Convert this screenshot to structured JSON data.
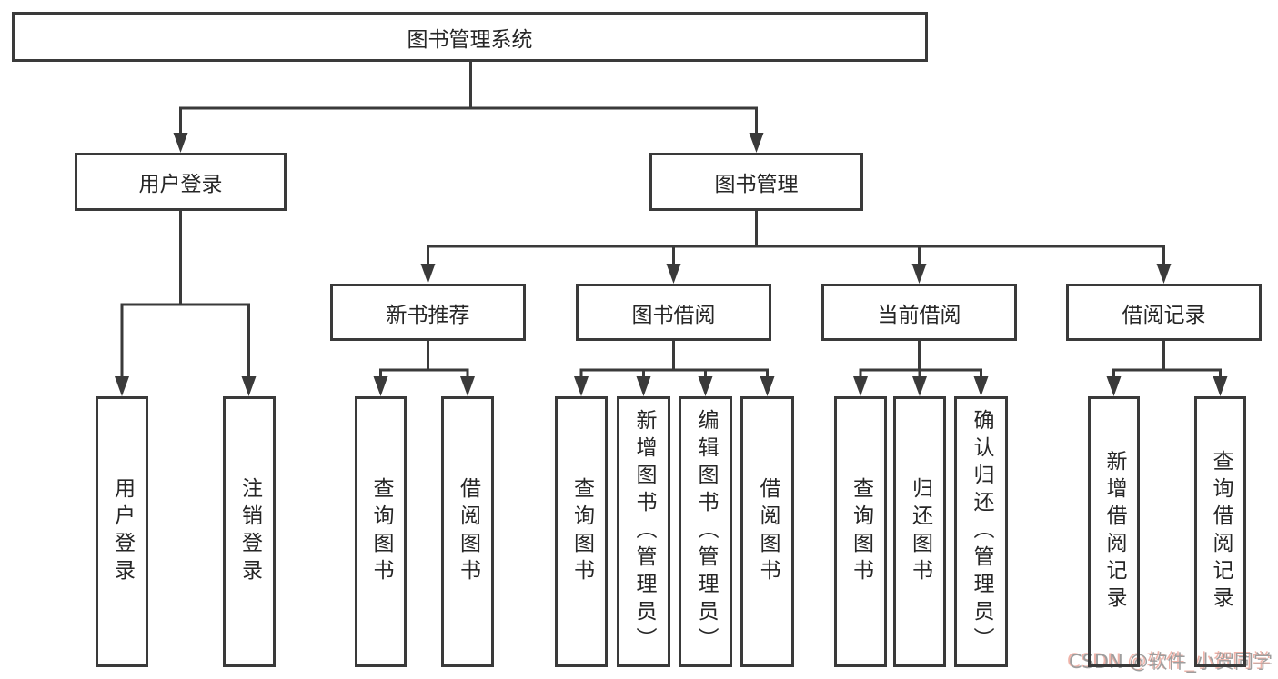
{
  "diagram_title": "图书管理系统",
  "tree": {
    "root": {
      "label": "图书管理系统"
    },
    "branches": [
      {
        "label": "用户登录",
        "leaves": [
          "用户登录",
          "注销登录"
        ]
      },
      {
        "label": "图书管理",
        "children": [
          {
            "label": "新书推荐",
            "leaves": [
              "查询图书",
              "借阅图书"
            ]
          },
          {
            "label": "图书借阅",
            "leaves": [
              "查询图书",
              "新增图书（管理员）",
              "编辑图书（管理员）",
              "借阅图书"
            ]
          },
          {
            "label": "当前借阅",
            "leaves": [
              "查询图书",
              "归还图书",
              "确认归还（管理员）"
            ]
          },
          {
            "label": "借阅记录",
            "leaves": [
              "新增借阅记录",
              "查询借阅记录"
            ]
          }
        ]
      }
    ]
  },
  "watermark": {
    "text": "CSDN @软件_小贺同学"
  },
  "colors": {
    "line": "#3a3a3a",
    "text": "#262626",
    "background": "#ffffff",
    "watermark_text": "#9e9e9e",
    "watermark_shadow": "#f0b4aa"
  }
}
